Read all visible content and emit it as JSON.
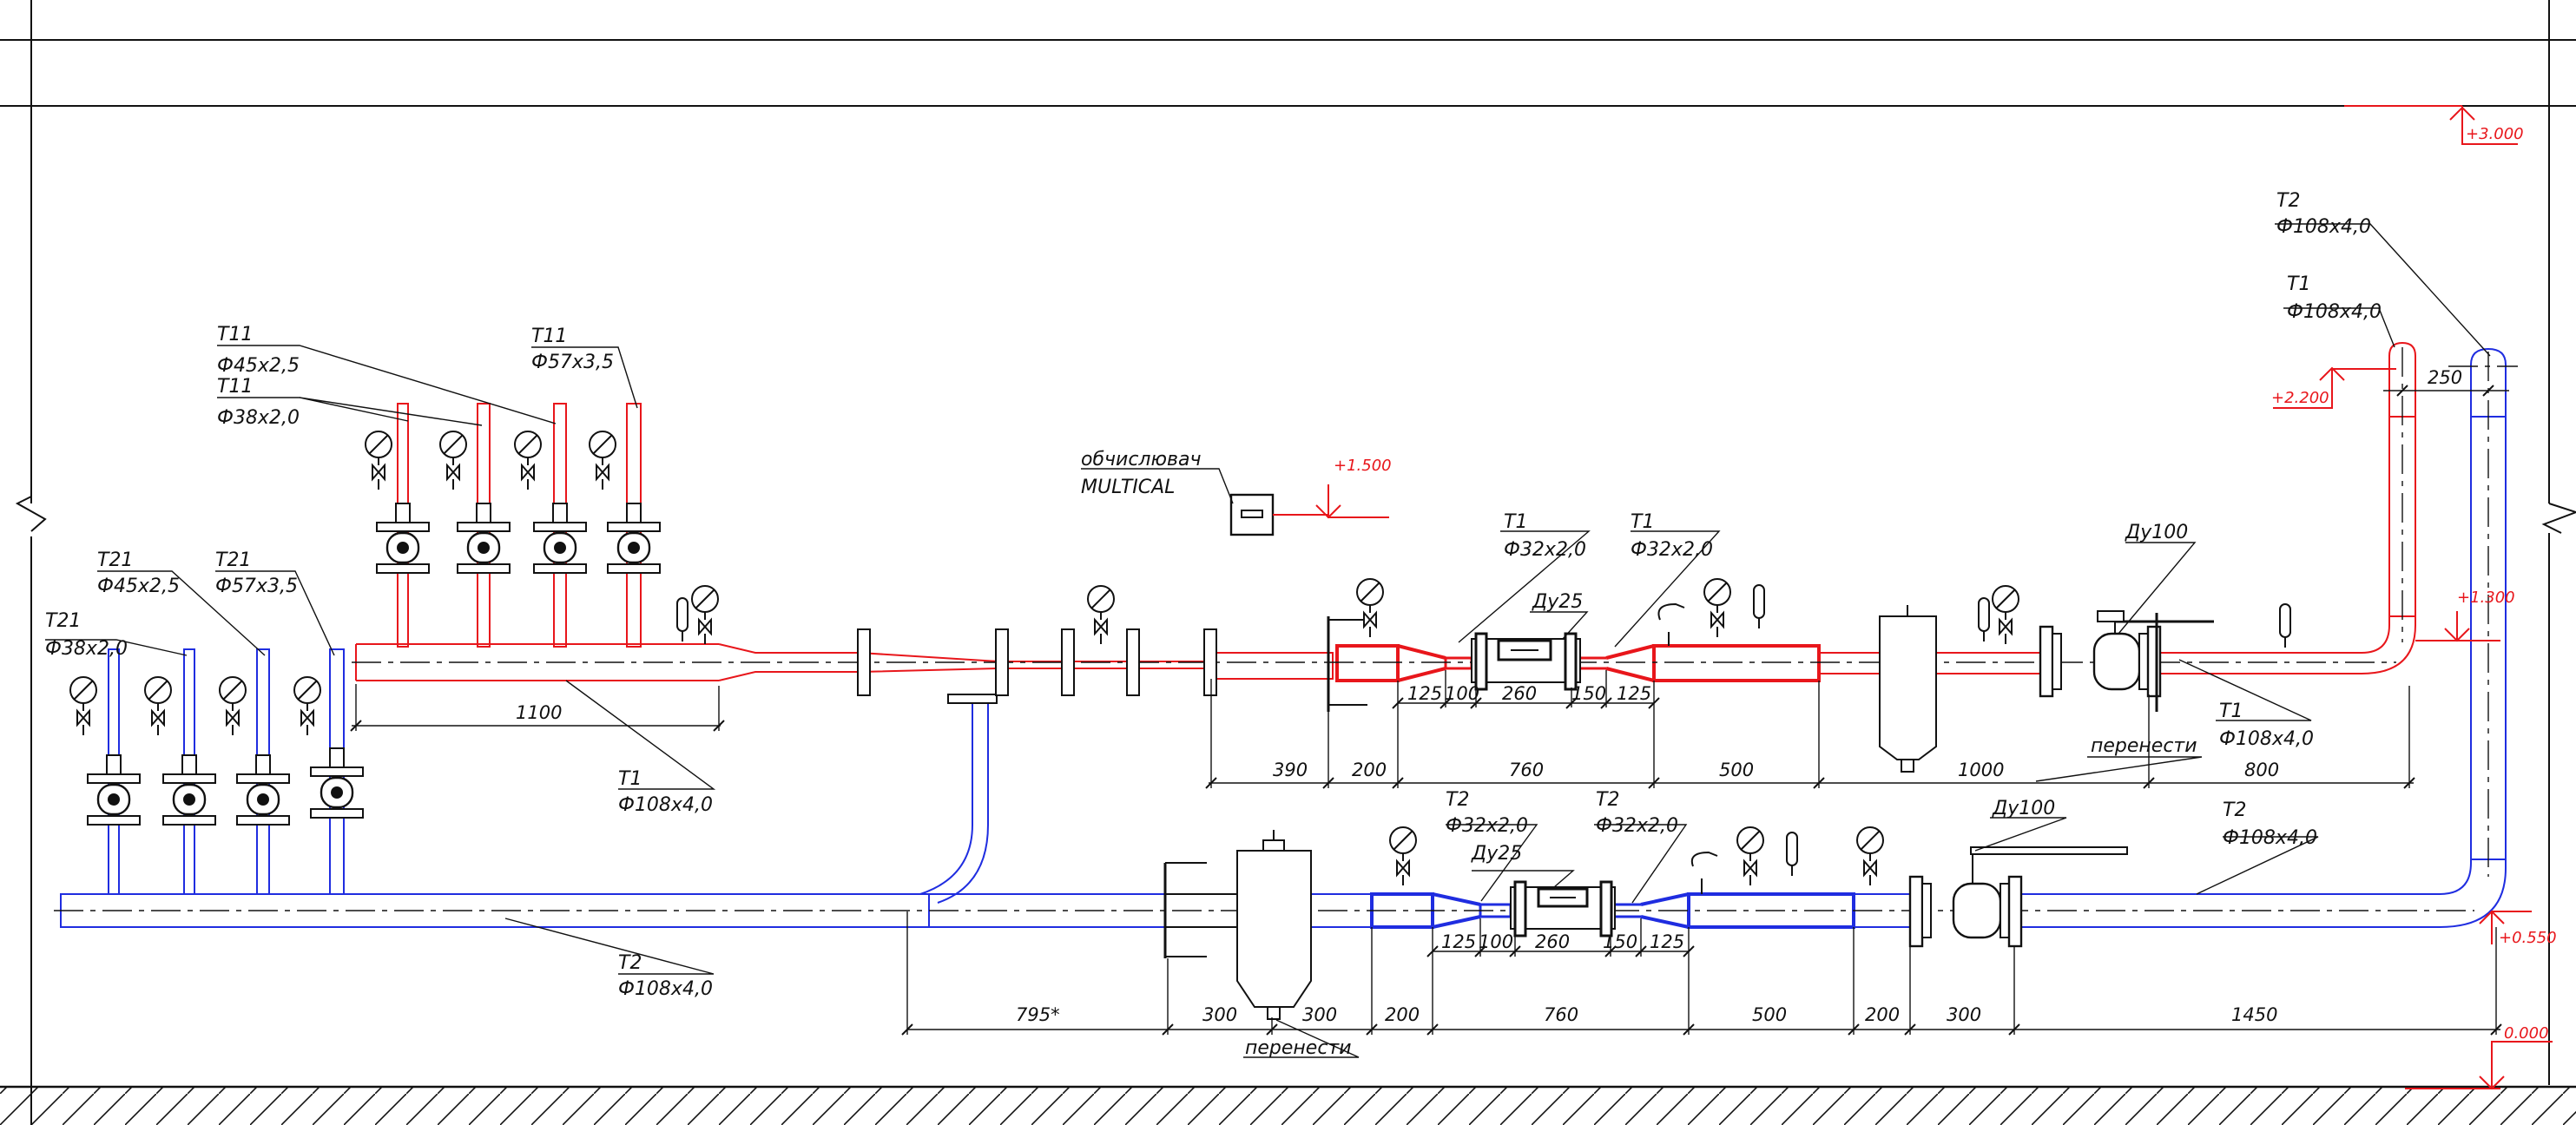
{
  "colors": {
    "supply": "#e8161b",
    "return": "#1f2de0",
    "ink": "#111111",
    "elevation": "#e8161b"
  },
  "elevations": {
    "e3000": "+3.000",
    "e2200": "+2.200",
    "e1500": "+1.500",
    "e1300": "+1.300",
    "e0550": "+0.550",
    "e0000": "0.000"
  },
  "labels": {
    "t11_45": "T11",
    "t11_45_size": "Ф45x2,5",
    "t11_38": "T11",
    "t11_38_size": "Ф38x2,0",
    "t11_57": "T11",
    "t11_57_size": "Ф57x3,5",
    "t21_45": "T21",
    "t21_45_size": "Ф45x2,5",
    "t21_57": "T21",
    "t21_57_size": "Ф57x3,5",
    "t21_38": "T21",
    "t21_38_size": "Ф38x2,0",
    "calc_1": "обчислювач",
    "calc_2": "MULTICAL",
    "t1_main": "T1",
    "t1_main_size": "Ф108x4,0",
    "t2_main": "T2",
    "t2_main_size": "Ф108x4,0",
    "t1_32a": "T1",
    "t1_32a_size": "Ф32x2,0",
    "t1_32b": "T1",
    "t1_32b_size": "Ф32x2,0",
    "du25_top": "Ду25",
    "du100_top": "Ду100",
    "t1_right": "T1",
    "t1_right_size": "Ф108x4,0",
    "t2_top": "T2",
    "t2_top_size": "Ф108x4,0",
    "t1_top": "T1",
    "t1_top_size": "Ф108x4,0",
    "pereness_top": "перенести",
    "t2_32a": "T2",
    "t2_32a_size": "Ф32x2,0",
    "t2_32b": "T2",
    "t2_32b_size": "Ф32x2,0",
    "du25_bot": "Ду25",
    "du100_bot": "Ду100",
    "t2_right": "T2",
    "t2_right_size": "Ф108x4,0",
    "pereness_bot": "перенести"
  },
  "dimensions": {
    "d1100": "1100",
    "d390": "390",
    "d200a": "200",
    "d760a": "760",
    "d500a": "500",
    "d1000": "1000",
    "d800": "800",
    "d125a": "125",
    "d100a": "100",
    "d260a": "260",
    "d150a": "150",
    "d125b": "125",
    "d250": "250",
    "d795": "795*",
    "d300a": "300",
    "d300b": "300",
    "d200b": "200",
    "d760b": "760",
    "d500b": "500",
    "d200c": "200",
    "d300c": "300",
    "d1450": "1450",
    "d125c": "125",
    "d100b": "100",
    "d260b": "260",
    "d150b": "150",
    "d125d": "125"
  }
}
